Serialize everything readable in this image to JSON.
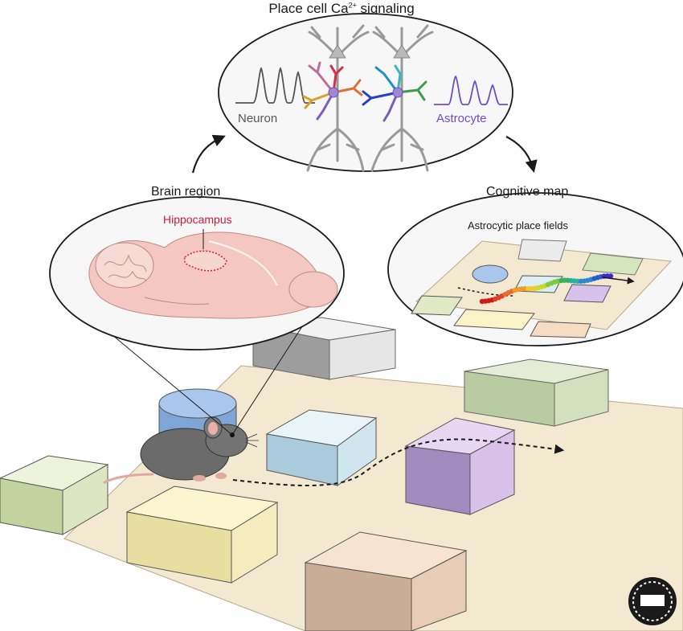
{
  "title": {
    "prefix": "Place cell Ca",
    "sup": "2+",
    "suffix": " signaling"
  },
  "neuron_label": "Neuron",
  "astrocyte_label": "Astrocyte",
  "brain_region_label": "Brain region",
  "hippocampus_label": "Hippocampus",
  "cognitive_map_label": "Cognitive map",
  "place_fields_label": "Astrocytic place fields",
  "colors": {
    "neuron_trace": "#555555",
    "astrocyte_trace": "#6a4fc9",
    "hippocampus": "#d11a3a",
    "floor": "#f3e8d0",
    "brain": "#f4c8c0"
  }
}
